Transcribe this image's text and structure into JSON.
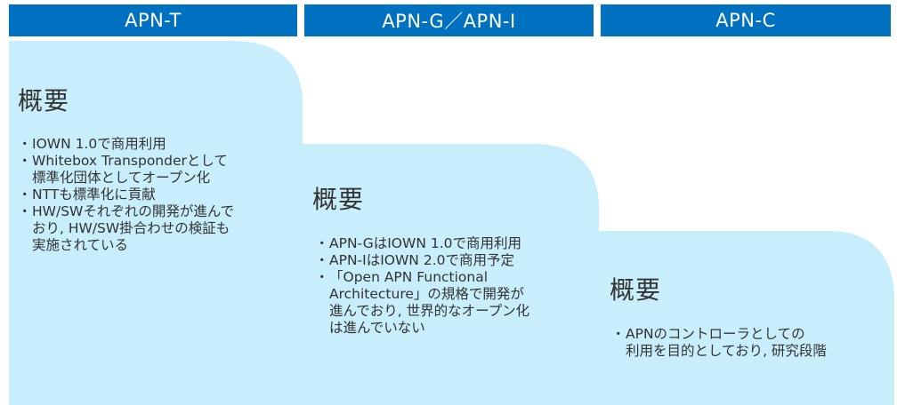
{
  "columns": [
    {
      "header": "APN-T",
      "heading": "概要",
      "bullets": [
        "IOWN 1.0で商用利用",
        "Whitebox Transponderとして\n標準化団体としてオープン化",
        "NTTも標準化に貢献",
        "HW/SWそれぞれの開発が進んで\nおり, HW/SW掛合わせの検証も\n実施されている"
      ]
    },
    {
      "header": "APN-G／APN-I",
      "heading": "概要",
      "bullets": [
        "APN-GはIOWN 1.0で商用利用",
        "APN-IはIOWN 2.0で商用予定",
        "「Open APN Functional\nArchitecture」の規格で開発が\n進んでおり, 世界的なオープン化\nは進んでいない"
      ]
    },
    {
      "header": "APN-C",
      "heading": "概要",
      "bullets": [
        "APNのコントローラとしての\n利用を目的としており, 研究段階"
      ]
    }
  ],
  "colors": {
    "header_bg": "#0070c0",
    "header_text": "#ffffff",
    "step_fill": "#c7eefa",
    "text": "#333333"
  }
}
